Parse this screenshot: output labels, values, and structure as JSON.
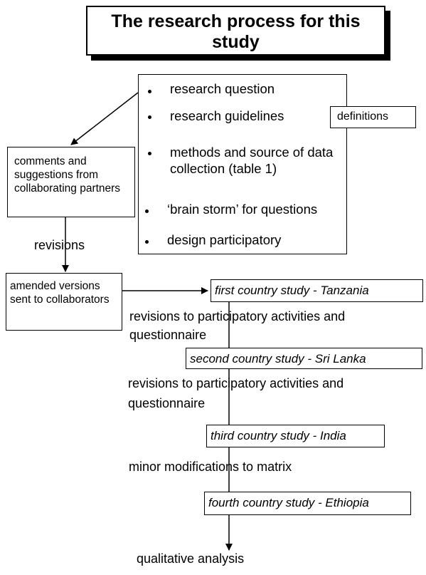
{
  "title": "The research process for this study",
  "list_items": [
    "research question",
    "research guidelines",
    "methods and source of data collection (table 1)",
    "‘brain storm’ for questions",
    "design participatory"
  ],
  "definitions_label": "definitions",
  "comments_label": "comments and suggestions from collaborating partners",
  "revisions_label": "revisions",
  "amended_label": "amended versions sent to collaborators",
  "countries": [
    "first country study - Tanzania",
    "second country study - Sri Lanka",
    "third country study - India",
    "fourth country study - Ethiopia"
  ],
  "revision_notes": [
    "revisions to participatory activities and questionnaire",
    "revisions to participatory activities and questionnaire",
    "minor modifications to matrix"
  ],
  "final_label": "qualitative analysis"
}
